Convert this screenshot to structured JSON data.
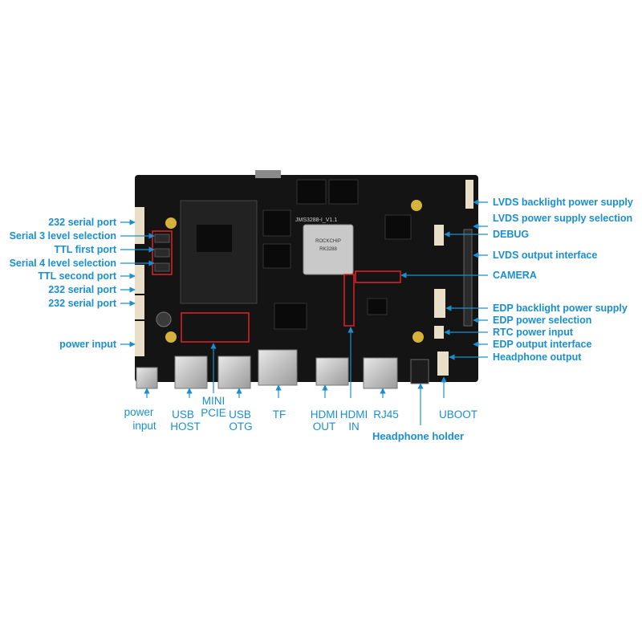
{
  "board": {
    "silkscreen": "JMS3288-I_V1.1",
    "chip_brand": "ROCKCHIP",
    "chip_model": "RK3288"
  },
  "labels_left": {
    "serial_232_a": "232 serial port",
    "serial_3_level": "Serial 3 level selection",
    "ttl_first": "TTL first port",
    "serial_4_level": "Serial 4 level selection",
    "ttl_second": "TTL second port",
    "serial_232_b": "232 serial port",
    "serial_232_c": "232 serial port",
    "power_input": "power input"
  },
  "labels_right": {
    "lvds_backlight_power": "LVDS backlight power supply",
    "lvds_power_selection": "LVDS power supply selection",
    "debug": "DEBUG",
    "lvds_output": "LVDS output interface",
    "camera": "CAMERA",
    "edp_backlight_power": "EDP backlight power supply",
    "edp_power_selection": "EDP power selection",
    "rtc_power_input": "RTC power input",
    "edp_output": "EDP output interface",
    "headphone_output": "Headphone output"
  },
  "labels_bottom": {
    "power_input_l1": "power",
    "power_input_l2": "input",
    "usb_host_l1": "USB",
    "usb_host_l2": "HOST",
    "mini_pcie_l1": "MINI",
    "mini_pcie_l2": "PCIE",
    "usb_otg_l1": "USB",
    "usb_otg_l2": "OTG",
    "tf": "TF",
    "hdmi_out_l1": "HDMI",
    "hdmi_out_l2": "OUT",
    "hdmi_in_l1": "HDMI",
    "hdmi_in_l2": "IN",
    "rj45": "RJ45",
    "uboot": "UBOOT",
    "headphone_holder": "Headphone holder"
  },
  "colors": {
    "label": "#1a8fd0",
    "pcb": "#141414",
    "highlight": "#e0202a"
  }
}
